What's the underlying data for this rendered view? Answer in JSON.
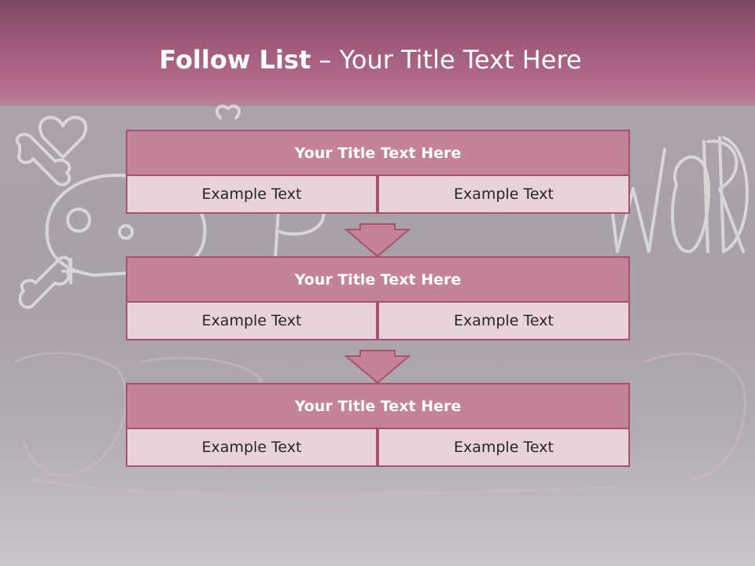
{
  "slide": {
    "title_bold": "Follow List",
    "title_rest": " – Your Title Text Here"
  },
  "blocks": [
    {
      "title": "Your Title Text Here",
      "left_text": "Example Text",
      "right_text": "Example Text"
    },
    {
      "title": "Your Title Text Here",
      "left_text": "Example Text",
      "right_text": "Example Text"
    },
    {
      "title": "Your Title Text Here",
      "left_text": "Example Text",
      "right_text": "Example Text"
    }
  ],
  "colors": {
    "header": "#b56c8d",
    "block_title": "#c48398",
    "block_cell": "#e8d3db",
    "border": "#a9506f"
  },
  "icons": [
    "down-arrow-icon",
    "down-arrow-icon"
  ]
}
